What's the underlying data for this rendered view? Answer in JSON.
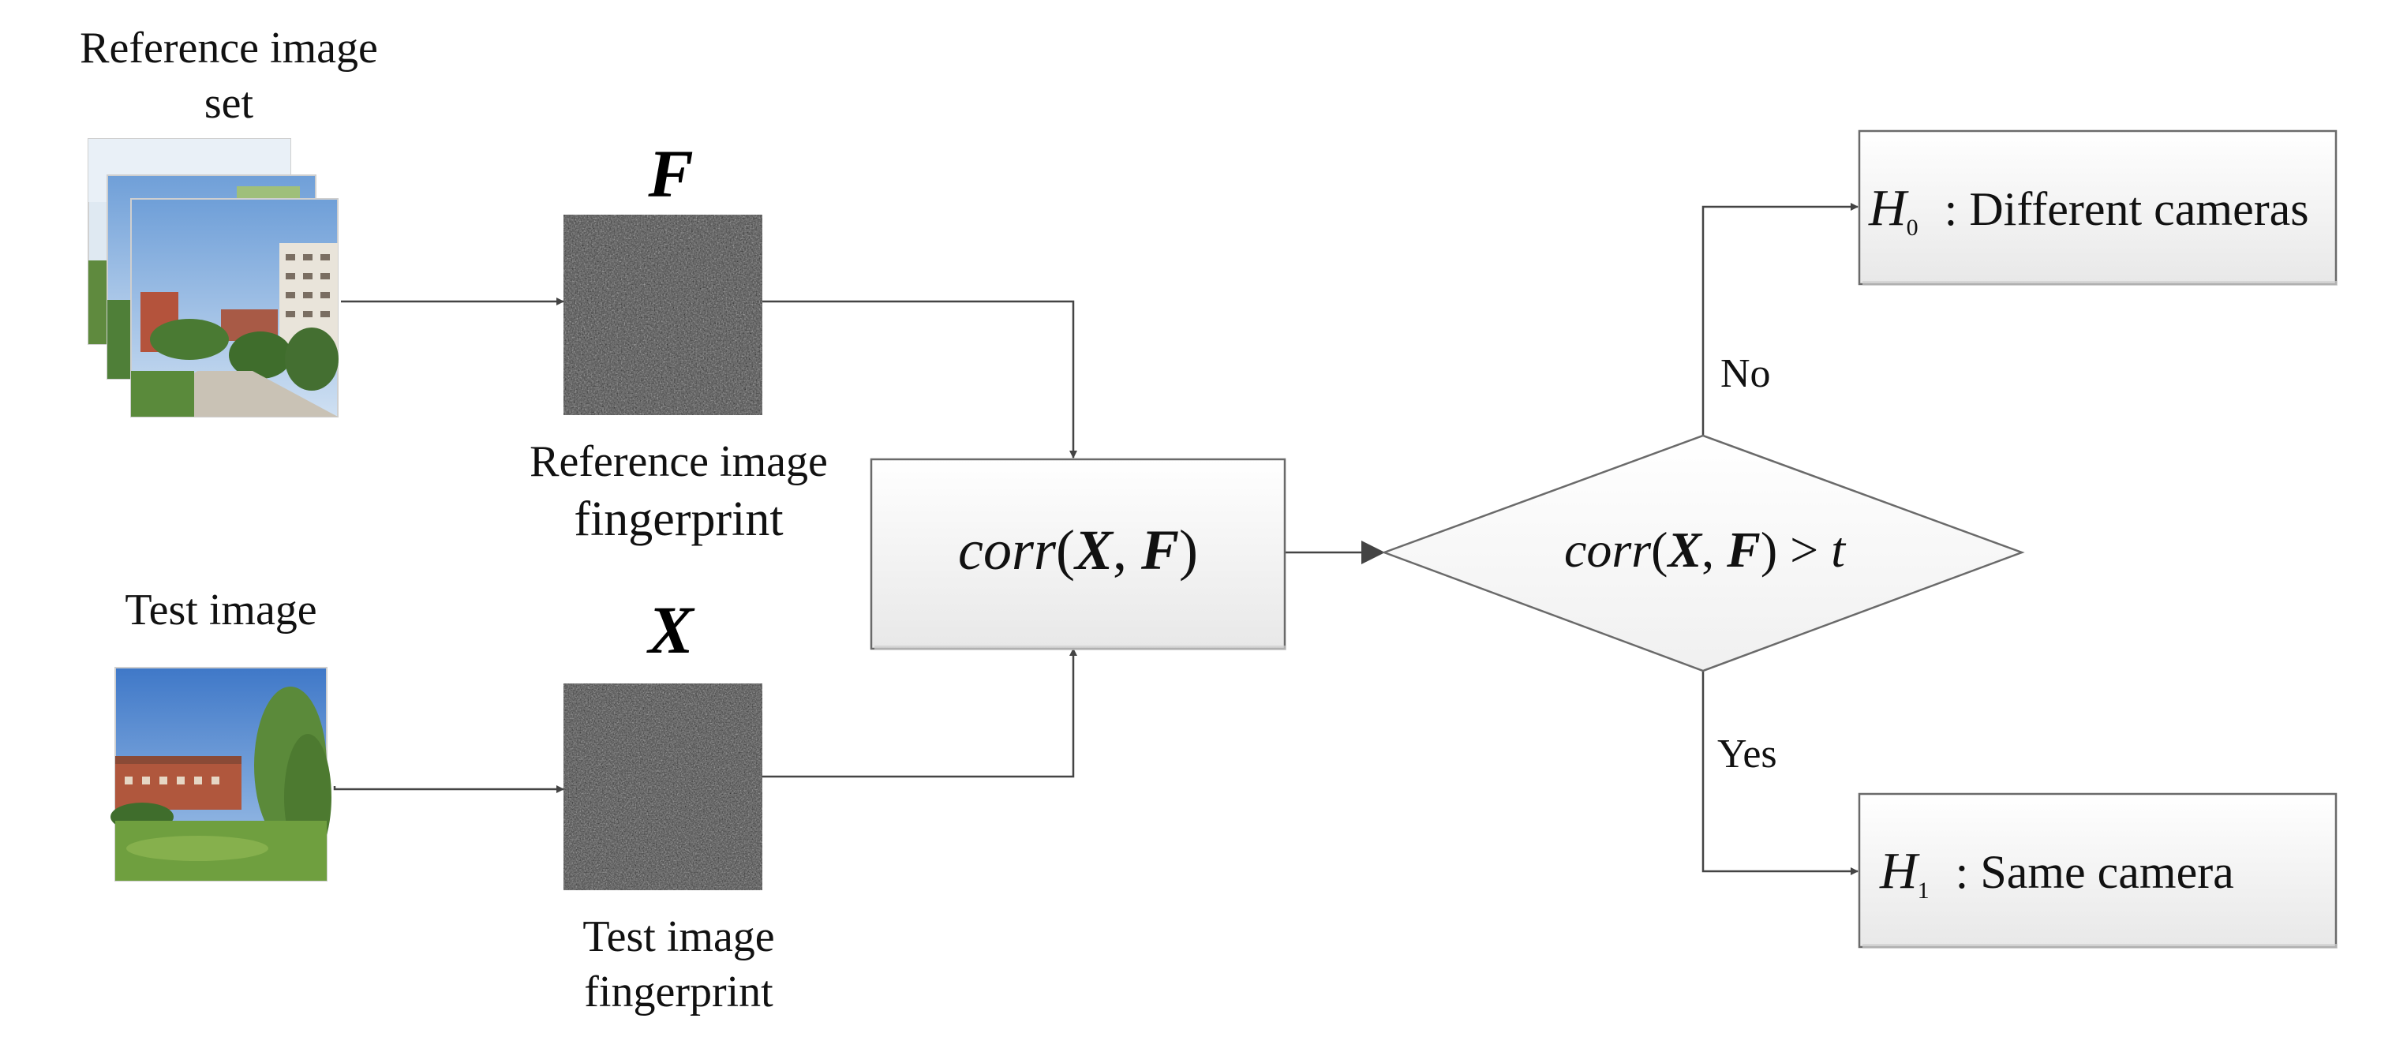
{
  "reference": {
    "label_line1": "Reference image",
    "label_line2": "set"
  },
  "test": {
    "label": "Test image"
  },
  "fingerprints": {
    "reference_symbol": "F",
    "reference_label_line1": "Reference image",
    "reference_label_line2": "fingerprint",
    "test_symbol": "X",
    "test_label_line1": "Test image",
    "test_label_line2": "fingerprint"
  },
  "correlation": {
    "func": "corr",
    "arg1": "X",
    "arg2": "F"
  },
  "decision": {
    "func": "corr",
    "arg1": "X",
    "arg2": "F",
    "operator": ">",
    "threshold": "t",
    "no_label": "No",
    "yes_label": "Yes"
  },
  "outcomes": {
    "h0_symbol": "H",
    "h0_sub": "0",
    "h0_text": ": Different cameras",
    "h1_symbol": "H",
    "h1_sub": "1",
    "h1_text": ": Same camera"
  },
  "colors": {
    "line": "#444444",
    "box_fill_top": "#ffffff",
    "box_fill_bottom": "#ebebeb",
    "box_border": "#6a6a6a",
    "noise_base": "#4a4a4a"
  }
}
